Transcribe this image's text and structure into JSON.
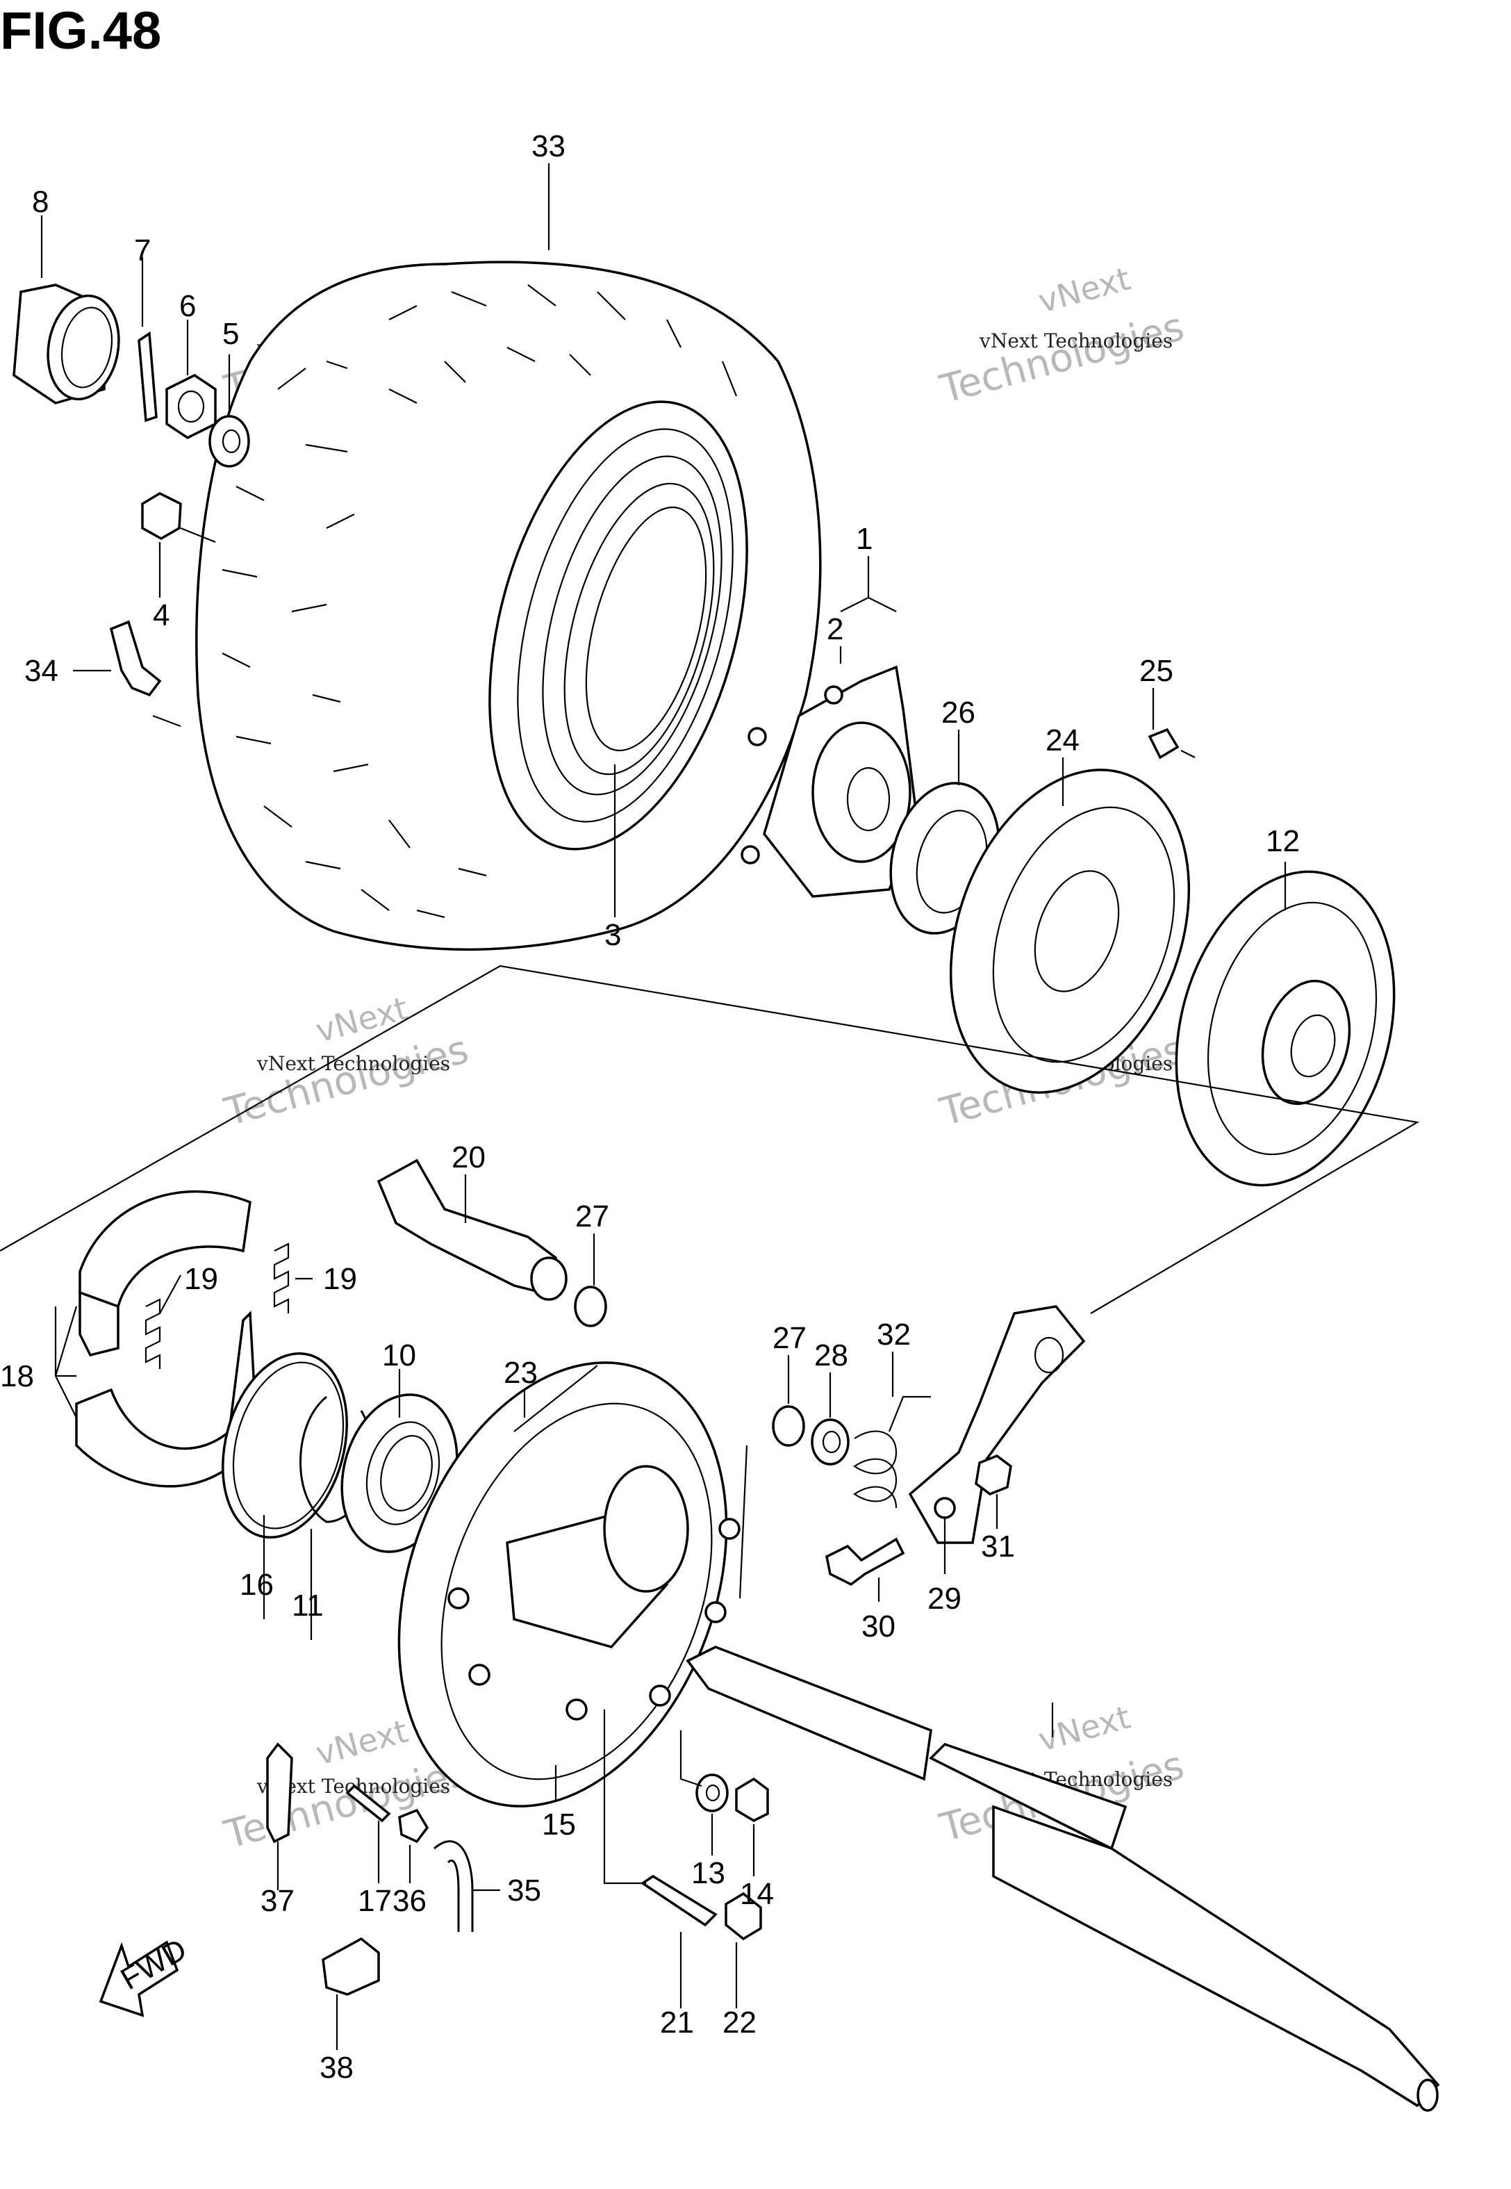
{
  "figure": {
    "title": "FIG.48",
    "watermark_brand": "vNext",
    "watermark_word": "Technologies",
    "watermark_full": "vNext Technologies",
    "arrow_label": "FWD"
  },
  "callouts": [
    "1",
    "2",
    "3",
    "4",
    "5",
    "6",
    "7",
    "8",
    "10",
    "11",
    "12",
    "13",
    "14",
    "15",
    "16",
    "17",
    "18",
    "19",
    "19",
    "20",
    "21",
    "22",
    "23",
    "24",
    "25",
    "26",
    "27",
    "27",
    "28",
    "29",
    "30",
    "31",
    "32",
    "33",
    "34",
    "35",
    "36",
    "37",
    "38"
  ]
}
